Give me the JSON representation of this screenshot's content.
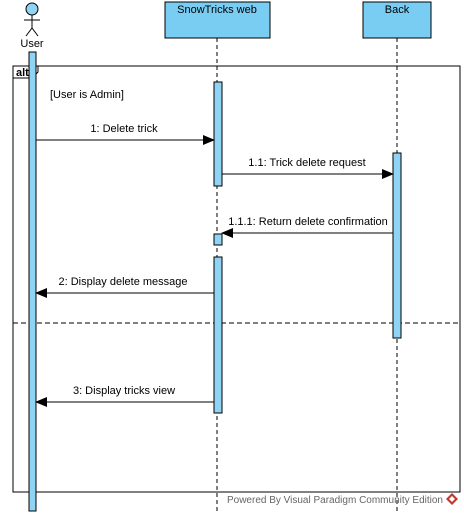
{
  "diagram": {
    "participants": {
      "user": "User",
      "web": "SnowTricks web",
      "back": "Back"
    },
    "fragment": {
      "operator": "alt",
      "guard": "[User is Admin]"
    },
    "messages": {
      "m1": "1: Delete trick",
      "m11": "1.1: Trick delete request",
      "m111": "1.1.1: Return delete confirmation",
      "m2": "2: Display delete message",
      "m3": "3: Display tricks view"
    },
    "watermark": "Powered By Visual Paradigm Community Edition",
    "colors": {
      "participant_fill": "#79ccf2",
      "activation_fill": "#8fd3f5",
      "line": "#000000",
      "watermark_icon": "#c0392b"
    }
  }
}
